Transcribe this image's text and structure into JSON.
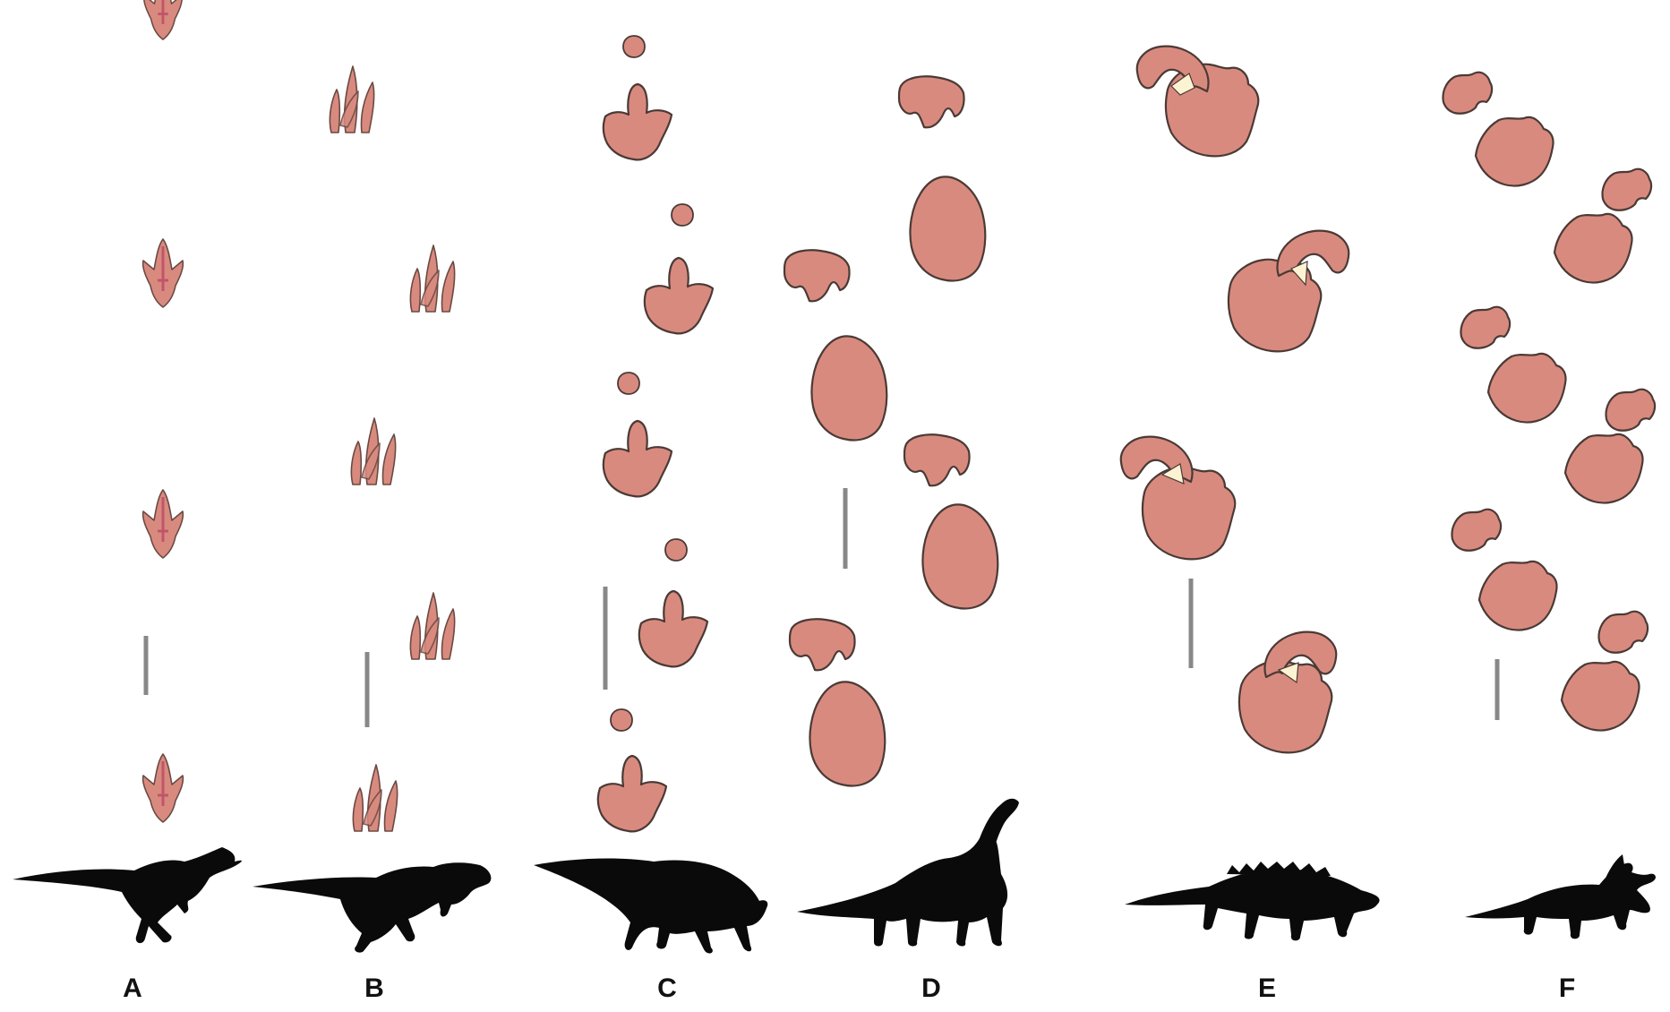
{
  "figure": {
    "labels": [
      "A",
      "B",
      "C",
      "D",
      "E",
      "F"
    ]
  },
  "colors": {
    "print_fill": "#d98a7e",
    "print_outline": "#4a3a36",
    "manus_pad": "#fbf3d2",
    "silhouette": "#0a0a0a",
    "scale_bar": "#888888"
  }
}
